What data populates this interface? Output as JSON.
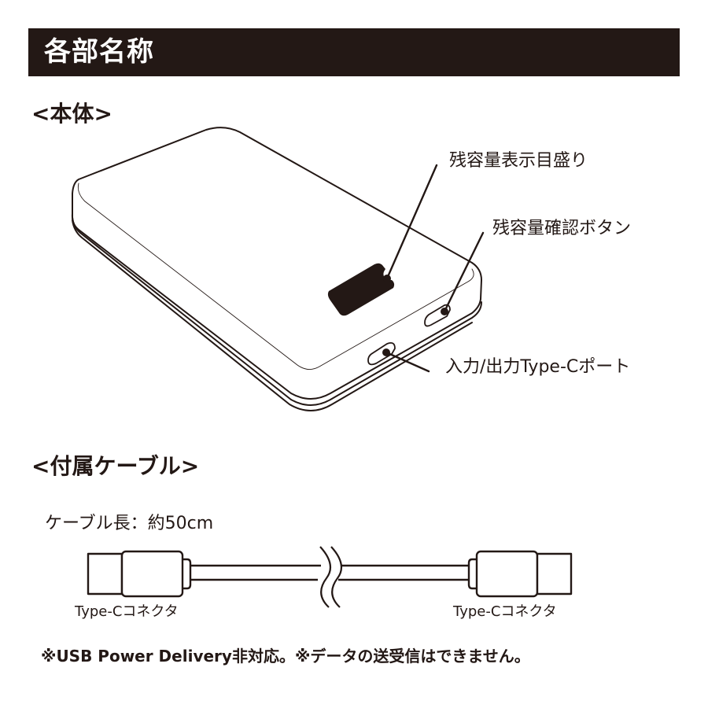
{
  "header": {
    "title": "各部名称"
  },
  "sections": {
    "body": {
      "title": "<本体>",
      "callouts": [
        {
          "label": "残容量表示目盛り"
        },
        {
          "label": "残容量確認ボタン"
        },
        {
          "label": "入力/出力Type-Cポート"
        }
      ]
    },
    "cable": {
      "title": "<付属ケーブル>",
      "length_label": "ケーブル長：約50cm",
      "connectors": [
        {
          "label": "Type-Cコネクタ"
        },
        {
          "label": "Type-Cコネクタ"
        }
      ]
    }
  },
  "notes": {
    "text": "※USB Power Delivery非対応。※データの送受信はできません。"
  },
  "colors": {
    "ink": "#231815",
    "background": "#ffffff"
  }
}
